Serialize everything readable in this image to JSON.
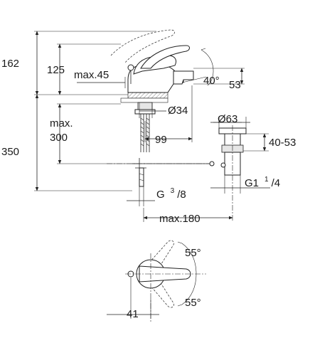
{
  "dimensions": {
    "d162": "162",
    "d125": "125",
    "max45": "max.45",
    "angle40": "40°",
    "d53": "53",
    "maxA": "max.",
    "maxB": "300",
    "dia34": "Ø34",
    "dia63": "Ø63",
    "d350": "350",
    "d99": "99",
    "d4053": "40-53",
    "g1_main": "G1",
    "g1_num": "1",
    "g1_den": "/4",
    "g38_main": "G",
    "g38_num": "3",
    "g38_den": "/8",
    "max180": "max.180",
    "angle55a": "55°",
    "angle55b": "55°",
    "d41": "41"
  }
}
